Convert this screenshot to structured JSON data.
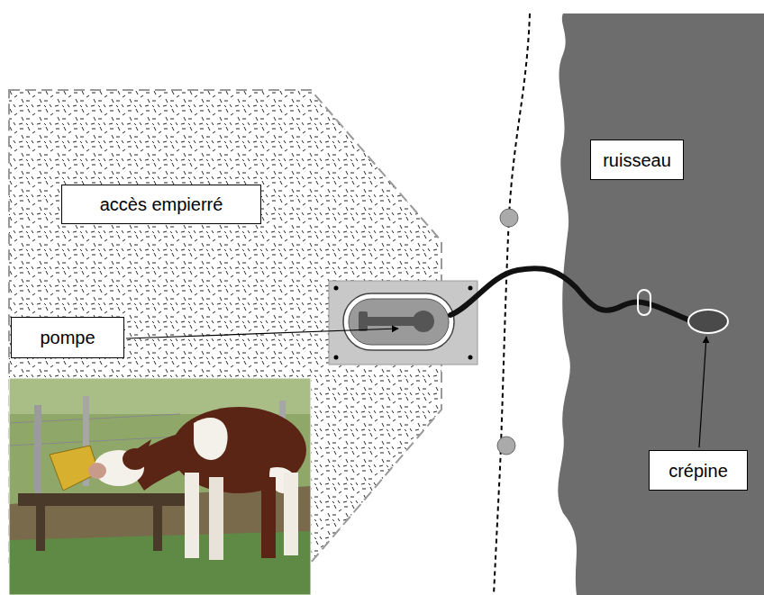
{
  "diagram": {
    "nodes": [
      {
        "text": [
          "accès empierré"
        ]
      },
      {
        "text": [
          "ruisseau"
        ]
      },
      {
        "text": [
          "pompe"
        ]
      },
      {
        "text": [
          "crépine"
        ]
      }
    ]
  }
}
